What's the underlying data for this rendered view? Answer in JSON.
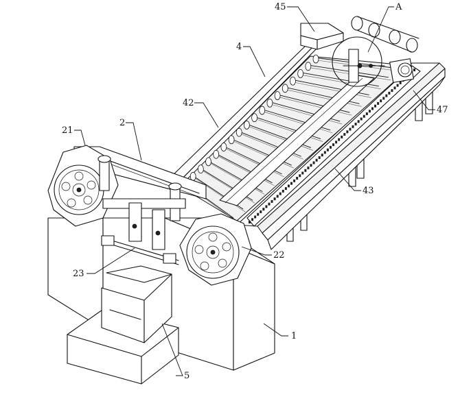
{
  "figure": {
    "labels": [
      {
        "id": "label-45",
        "text": "45"
      },
      {
        "id": "label-A",
        "text": "A"
      },
      {
        "id": "label-4",
        "text": "4"
      },
      {
        "id": "label-42",
        "text": "42"
      },
      {
        "id": "label-47",
        "text": "47"
      },
      {
        "id": "label-21",
        "text": "21"
      },
      {
        "id": "label-2",
        "text": "2"
      },
      {
        "id": "label-43",
        "text": "43"
      },
      {
        "id": "label-22",
        "text": "22"
      },
      {
        "id": "label-23",
        "text": "23"
      },
      {
        "id": "label-1",
        "text": "1"
      },
      {
        "id": "label-5",
        "text": "5"
      }
    ]
  }
}
